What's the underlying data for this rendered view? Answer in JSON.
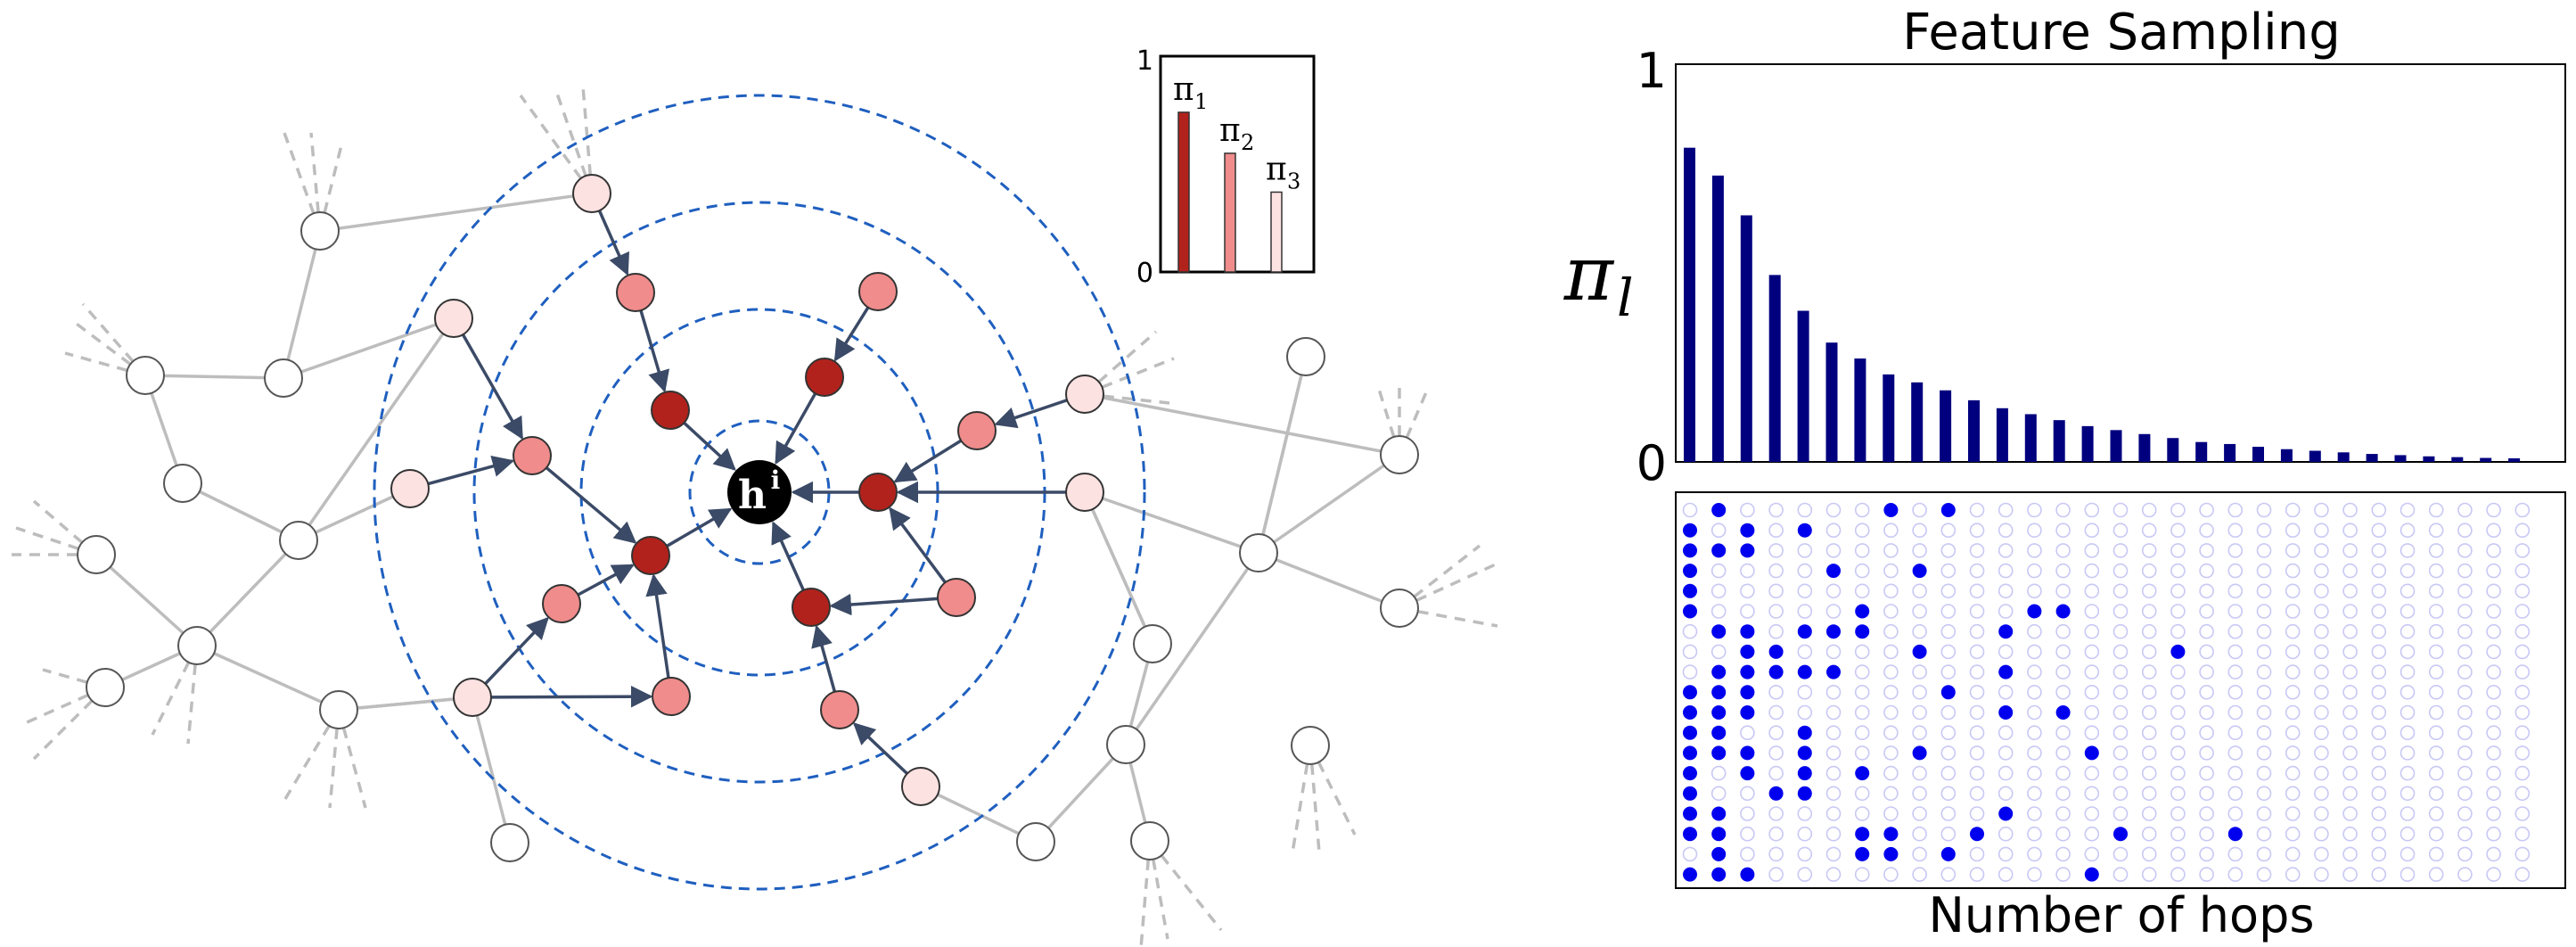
{
  "graph": {
    "center_node": {
      "label": "h",
      "superscript": "i"
    }
  },
  "inset": {
    "y_max": "1",
    "y_min": "0",
    "bars": [
      {
        "symbol": "π",
        "index": "1",
        "value": 0.74,
        "color": "#b2221c"
      },
      {
        "symbol": "π",
        "index": "2",
        "value": 0.55,
        "color": "#f08c8c"
      },
      {
        "symbol": "π",
        "index": "3",
        "value": 0.37,
        "color": "#fde2e2"
      }
    ]
  },
  "chart_data": [
    {
      "type": "bar",
      "title": "Feature Sampling",
      "ylabel_symbol": "π",
      "ylabel_subscript": "l",
      "ylim": [
        0,
        1
      ],
      "y_ticks": [
        "0",
        "1"
      ],
      "bar_color": "#00007f",
      "values": [
        0.79,
        0.72,
        0.62,
        0.47,
        0.38,
        0.3,
        0.26,
        0.22,
        0.2,
        0.18,
        0.155,
        0.135,
        0.12,
        0.105,
        0.09,
        0.08,
        0.07,
        0.06,
        0.05,
        0.045,
        0.038,
        0.032,
        0.028,
        0.024,
        0.02,
        0.017,
        0.014,
        0.012,
        0.01,
        0.009
      ]
    },
    {
      "type": "heatmap",
      "xlabel": "Number of hops",
      "columns": 30,
      "rows": 18,
      "filled_color": "#0000ee",
      "empty_color": "#c8c8f5",
      "filled_cells": [
        [
          0,
          1
        ],
        [
          0,
          7
        ],
        [
          0,
          9
        ],
        [
          1,
          0
        ],
        [
          1,
          2
        ],
        [
          1,
          4
        ],
        [
          2,
          0
        ],
        [
          2,
          1
        ],
        [
          2,
          2
        ],
        [
          3,
          0
        ],
        [
          3,
          5
        ],
        [
          3,
          8
        ],
        [
          4,
          0
        ],
        [
          5,
          0
        ],
        [
          5,
          6
        ],
        [
          5,
          12
        ],
        [
          5,
          13
        ],
        [
          6,
          1
        ],
        [
          6,
          2
        ],
        [
          6,
          4
        ],
        [
          6,
          5
        ],
        [
          6,
          6
        ],
        [
          6,
          11
        ],
        [
          7,
          2
        ],
        [
          7,
          3
        ],
        [
          7,
          8
        ],
        [
          7,
          17
        ],
        [
          8,
          1
        ],
        [
          8,
          2
        ],
        [
          8,
          3
        ],
        [
          8,
          4
        ],
        [
          8,
          5
        ],
        [
          8,
          11
        ],
        [
          9,
          0
        ],
        [
          9,
          1
        ],
        [
          9,
          2
        ],
        [
          9,
          9
        ],
        [
          10,
          0
        ],
        [
          10,
          1
        ],
        [
          10,
          2
        ],
        [
          10,
          11
        ],
        [
          10,
          13
        ],
        [
          11,
          0
        ],
        [
          11,
          1
        ],
        [
          11,
          4
        ],
        [
          12,
          0
        ],
        [
          12,
          1
        ],
        [
          12,
          2
        ],
        [
          12,
          4
        ],
        [
          12,
          8
        ],
        [
          12,
          14
        ],
        [
          13,
          0
        ],
        [
          13,
          2
        ],
        [
          13,
          4
        ],
        [
          13,
          6
        ],
        [
          14,
          0
        ],
        [
          14,
          3
        ],
        [
          14,
          4
        ],
        [
          15,
          0
        ],
        [
          15,
          1
        ],
        [
          15,
          11
        ],
        [
          16,
          0
        ],
        [
          16,
          1
        ],
        [
          16,
          6
        ],
        [
          16,
          7
        ],
        [
          16,
          10
        ],
        [
          16,
          15
        ],
        [
          16,
          19
        ],
        [
          17,
          1
        ],
        [
          17,
          6
        ],
        [
          17,
          7
        ],
        [
          17,
          9
        ],
        [
          18,
          0
        ],
        [
          18,
          1
        ],
        [
          18,
          2
        ],
        [
          18,
          14
        ]
      ]
    }
  ],
  "colors": {
    "ring": "#1f5fbf",
    "arrow": "#3b4a66",
    "edge": "#bdbdbd",
    "hop1": "#b2221c",
    "hop2": "#f08c8c",
    "hop3": "#fde2e2"
  }
}
